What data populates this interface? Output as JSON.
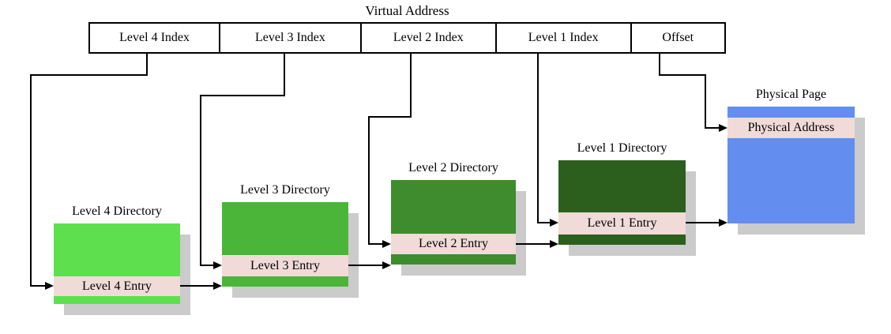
{
  "title": "Virtual Address",
  "virtual_address": {
    "fields": [
      {
        "label": "Level 4 Index"
      },
      {
        "label": "Level 3 Index"
      },
      {
        "label": "Level 2 Index"
      },
      {
        "label": "Level 1 Index"
      },
      {
        "label": "Offset"
      }
    ]
  },
  "directories": [
    {
      "label": "Level 4 Directory",
      "entry_label": "Level 4 Entry",
      "color": "#5EE04E"
    },
    {
      "label": "Level 3 Directory",
      "entry_label": "Level 3 Entry",
      "color": "#4BB53A"
    },
    {
      "label": "Level 2 Directory",
      "entry_label": "Level 2 Entry",
      "color": "#3F8C2E"
    },
    {
      "label": "Level 1 Directory",
      "entry_label": "Level 1 Entry",
      "color": "#2C5F1E"
    }
  ],
  "physical_page": {
    "label": "Physical Page",
    "entry_label": "Physical Address",
    "color": "#638EEF"
  },
  "colors": {
    "entry_row": "#F0DBD8",
    "shadow": "#CBCBCB",
    "line": "#000000",
    "background": "#FFFFFF"
  }
}
